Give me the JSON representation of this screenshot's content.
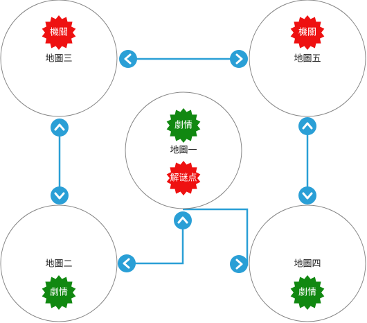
{
  "maps": [
    {
      "id": "map3",
      "label": "地圖三",
      "badges": [
        {
          "label": "機關",
          "color": "#ee1111"
        }
      ]
    },
    {
      "id": "map5",
      "label": "地圖五",
      "badges": [
        {
          "label": "機關",
          "color": "#ee1111"
        }
      ]
    },
    {
      "id": "map1",
      "label": "地圖一",
      "badges": [
        {
          "label": "劇情",
          "color": "#118811"
        },
        {
          "label": "解谜点",
          "color": "#ee1111"
        }
      ]
    },
    {
      "id": "map2",
      "label": "地圖二",
      "badges": [
        {
          "label": "劇情",
          "color": "#118811"
        }
      ]
    },
    {
      "id": "map4",
      "label": "地圖四",
      "badges": [
        {
          "label": "劇情",
          "color": "#118811"
        }
      ]
    }
  ],
  "colors": {
    "connector": "#2a9fd6",
    "circle_stroke": "#888888",
    "plot_bg": "#ffffff"
  },
  "arrow_icons": [
    "chevron-left-icon",
    "chevron-right-icon",
    "chevron-up-icon",
    "chevron-down-icon"
  ]
}
